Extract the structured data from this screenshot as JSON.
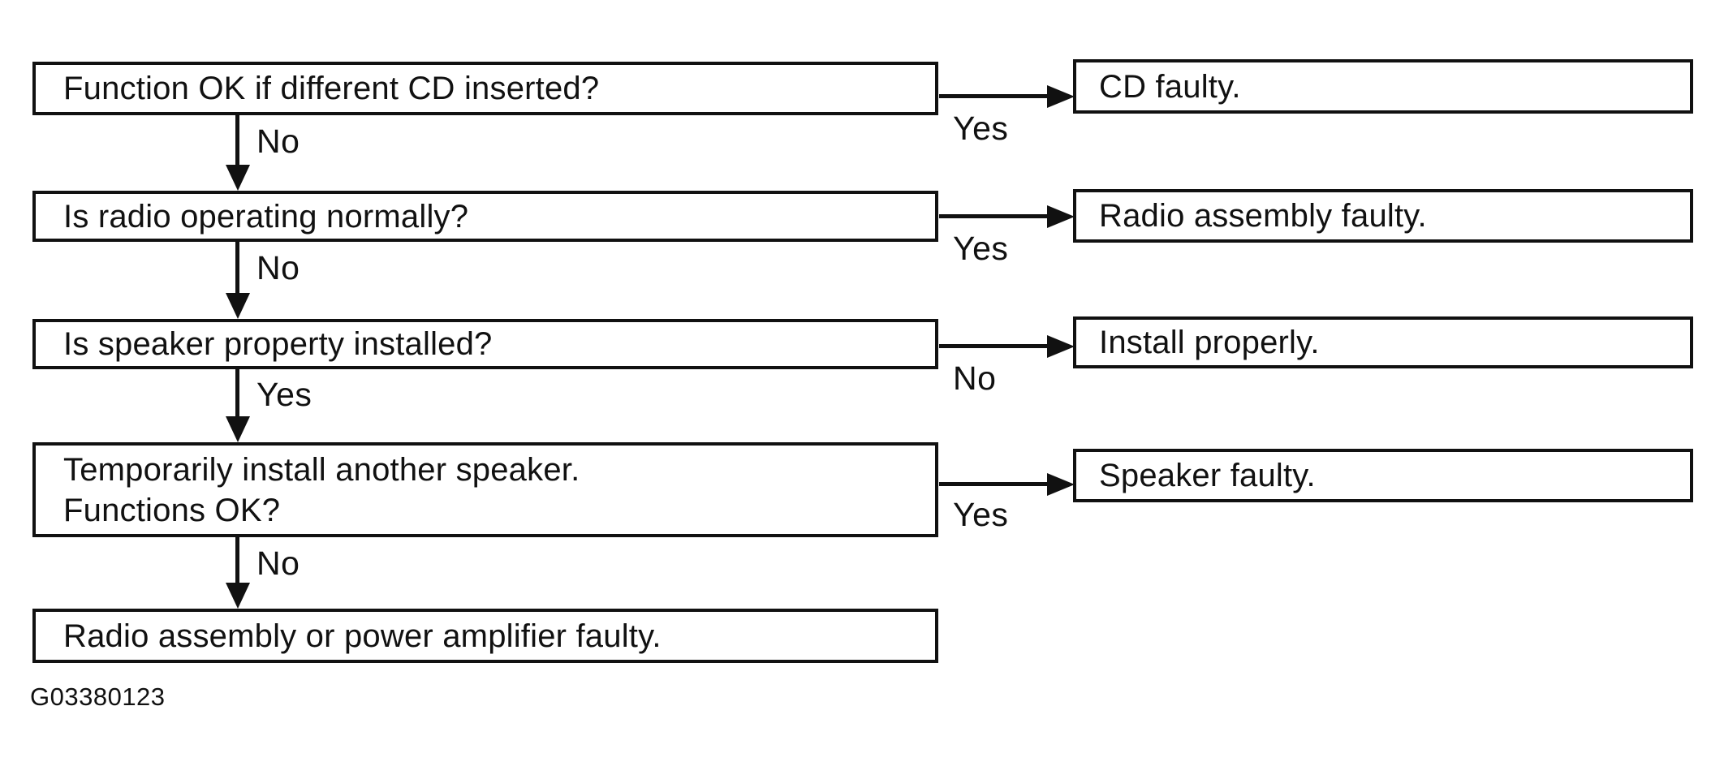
{
  "figure": {
    "code": "G03380123",
    "line_color": "#111111",
    "background_color": "#ffffff"
  },
  "flowchart": {
    "steps": [
      {
        "question": "Function OK if different CD inserted?",
        "down_label": "No",
        "branch_label": "Yes",
        "branch_result": "CD faulty."
      },
      {
        "question": "Is radio operating normally?",
        "down_label": "No",
        "branch_label": "Yes",
        "branch_result": "Radio assembly faulty."
      },
      {
        "question": "Is speaker property installed?",
        "down_label": "Yes",
        "branch_label": "No",
        "branch_result": "Install properly."
      },
      {
        "question": "Temporarily install another speaker.\nFunctions OK?",
        "down_label": "No",
        "branch_label": "Yes",
        "branch_result": "Speaker faulty."
      }
    ],
    "final_result": "Radio assembly or power amplifier faulty."
  }
}
